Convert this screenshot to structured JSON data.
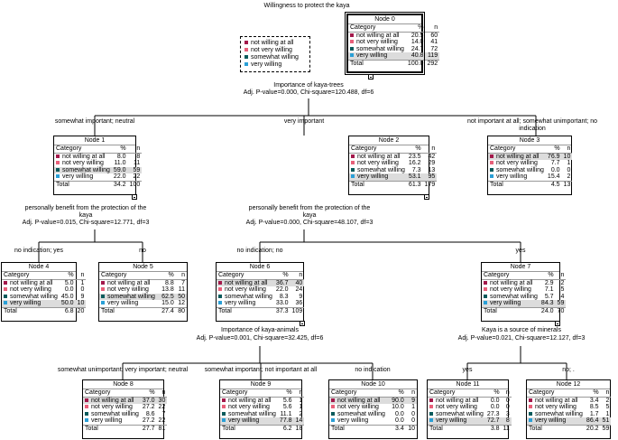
{
  "title": "Willingness to protect the kaya",
  "colors": {
    "not_willing_at_all": "#a3194b",
    "not_very_willing": "#e8607a",
    "somewhat_willing": "#0b5b5c",
    "very_willing": "#2a9fd6"
  },
  "legend": [
    "not willing at all",
    "not very willing",
    "somewhat willing",
    "very willing"
  ],
  "table_headers": {
    "category": "Category",
    "pct": "%",
    "n": "n",
    "total": "Total"
  },
  "category_labels": [
    "not willing at all",
    "not very willing",
    "somewhat willing",
    "very willing"
  ],
  "nodes": [
    {
      "id": 0,
      "label": "Node 0",
      "rows": [
        [
          "20.5",
          "60"
        ],
        [
          "14.0",
          "41"
        ],
        [
          "24.7",
          "72"
        ],
        [
          "40.8",
          "119"
        ]
      ],
      "total": [
        "100.0",
        "292"
      ],
      "highlight": 3
    },
    {
      "id": 1,
      "label": "Node 1",
      "rows": [
        [
          "8.0",
          "8"
        ],
        [
          "11.0",
          "11"
        ],
        [
          "59.0",
          "59"
        ],
        [
          "22.0",
          "22"
        ]
      ],
      "total": [
        "34.2",
        "100"
      ],
      "highlight": 2
    },
    {
      "id": 2,
      "label": "Node 2",
      "rows": [
        [
          "23.5",
          "42"
        ],
        [
          "16.2",
          "29"
        ],
        [
          "7.3",
          "13"
        ],
        [
          "53.1",
          "95"
        ]
      ],
      "total": [
        "61.3",
        "179"
      ],
      "highlight": 3
    },
    {
      "id": 3,
      "label": "Node 3",
      "rows": [
        [
          "76.9",
          "10"
        ],
        [
          "7.7",
          "1"
        ],
        [
          "0.0",
          "0"
        ],
        [
          "15.4",
          "2"
        ]
      ],
      "total": [
        "4.5",
        "13"
      ],
      "highlight": 0
    },
    {
      "id": 4,
      "label": "Node 4",
      "rows": [
        [
          "5.0",
          "1"
        ],
        [
          "0.0",
          "0"
        ],
        [
          "45.0",
          "9"
        ],
        [
          "50.0",
          "10"
        ]
      ],
      "total": [
        "6.8",
        "20"
      ],
      "highlight": 3
    },
    {
      "id": 5,
      "label": "Node 5",
      "rows": [
        [
          "8.8",
          "7"
        ],
        [
          "13.8",
          "11"
        ],
        [
          "62.5",
          "50"
        ],
        [
          "15.0",
          "12"
        ]
      ],
      "total": [
        "27.4",
        "80"
      ],
      "highlight": 2
    },
    {
      "id": 6,
      "label": "Node 6",
      "rows": [
        [
          "36.7",
          "40"
        ],
        [
          "22.0",
          "24"
        ],
        [
          "8.3",
          "9"
        ],
        [
          "33.0",
          "36"
        ]
      ],
      "total": [
        "37.3",
        "109"
      ],
      "highlight": 0
    },
    {
      "id": 7,
      "label": "Node 7",
      "rows": [
        [
          "2.9",
          "2"
        ],
        [
          "7.1",
          "5"
        ],
        [
          "5.7",
          "4"
        ],
        [
          "84.3",
          "59"
        ]
      ],
      "total": [
        "24.0",
        "70"
      ],
      "highlight": 3
    },
    {
      "id": 8,
      "label": "Node 8",
      "rows": [
        [
          "37.0",
          "30"
        ],
        [
          "27.2",
          "22"
        ],
        [
          "8.6",
          "7"
        ],
        [
          "27.2",
          "22"
        ]
      ],
      "total": [
        "27.7",
        "81"
      ],
      "highlight": 0
    },
    {
      "id": 9,
      "label": "Node 9",
      "rows": [
        [
          "5.6",
          "1"
        ],
        [
          "5.6",
          "1"
        ],
        [
          "11.1",
          "2"
        ],
        [
          "77.8",
          "14"
        ]
      ],
      "total": [
        "6.2",
        "18"
      ],
      "highlight": 3
    },
    {
      "id": 10,
      "label": "Node 10",
      "rows": [
        [
          "90.0",
          "9"
        ],
        [
          "10.0",
          "1"
        ],
        [
          "0.0",
          "0"
        ],
        [
          "0.0",
          "0"
        ]
      ],
      "total": [
        "3.4",
        "10"
      ],
      "highlight": 0
    },
    {
      "id": 11,
      "label": "Node 11",
      "rows": [
        [
          "0.0",
          "0"
        ],
        [
          "0.0",
          "0"
        ],
        [
          "27.3",
          "3"
        ],
        [
          "72.7",
          "8"
        ]
      ],
      "total": [
        "3.8",
        "11"
      ],
      "highlight": 3
    },
    {
      "id": 12,
      "label": "Node 12",
      "rows": [
        [
          "3.4",
          "2"
        ],
        [
          "8.5",
          "5"
        ],
        [
          "1.7",
          "1"
        ],
        [
          "86.4",
          "51"
        ]
      ],
      "total": [
        "20.2",
        "59"
      ],
      "highlight": 3
    }
  ],
  "splits": {
    "root": {
      "variable": "Importance of kaya-trees",
      "stats": "Adj. P-value=0.000, Chi-square=120.488, df=6"
    },
    "node1": {
      "variable_line1": "personally benefit from the protection of the",
      "variable_line2": "kaya",
      "stats": "Adj. P-value=0.015, Chi-square=12.771, df=3"
    },
    "node2": {
      "variable_line1": "personally benefit from the protection of the",
      "variable_line2": "kaya",
      "stats": "Adj. P-value=0.000, Chi-square=48.107, df=3"
    },
    "node6": {
      "variable": "Importance of kaya-animals",
      "stats": "Adj. P-value=0.001, Chi-square=32.425, df=6"
    },
    "node7": {
      "variable": "Kaya is a source of minerals",
      "stats": "Adj. P-value=0.021, Chi-square=12.127, df=3"
    }
  },
  "branches": {
    "b1": "somewhat important; neutral",
    "b2": "very important",
    "b3_line1": "not important at all; somewhat unimportant; no",
    "b3_line2": "indication",
    "b4": "no indication; yes",
    "b5": "no",
    "b6": "no indication; no",
    "b7": "yes",
    "b8": "somewhat unimportant; very important; neutral",
    "b9": "somewhat important; not important at all",
    "b10": "no indication",
    "b11": "yes",
    "b12": "no; ."
  }
}
